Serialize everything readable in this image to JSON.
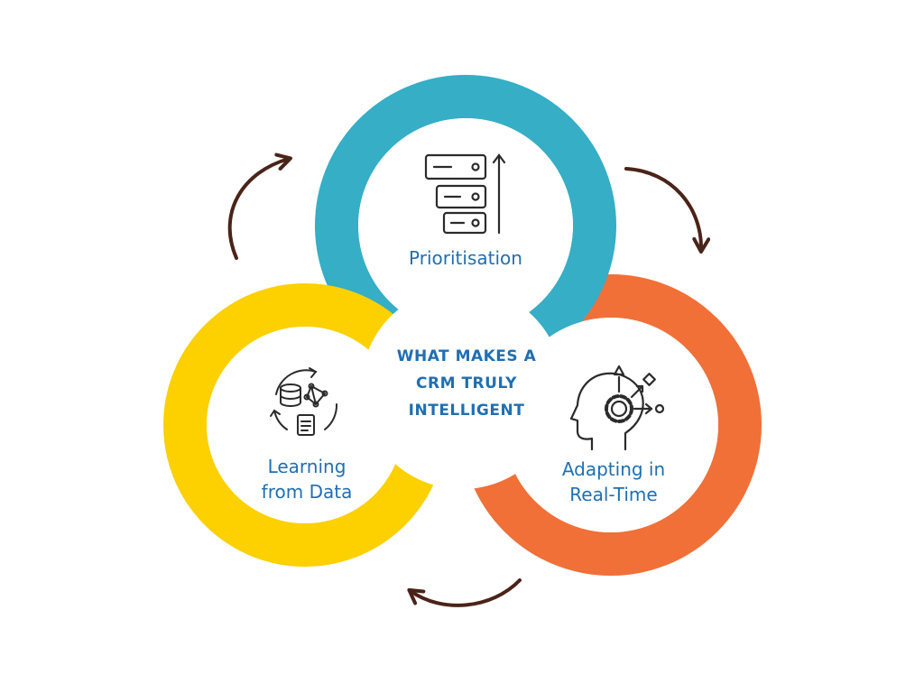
{
  "center": {
    "title": "WHAT MAKES A\nCRM TRULY\nINTELLIGENT"
  },
  "nodes": [
    {
      "label": "Prioritisation",
      "color": "#35aec6",
      "icon": "prioritisation-icon"
    },
    {
      "label": "Adapting in\nReal-Time",
      "color": "#f07038",
      "icon": "ai-head-gear-icon"
    },
    {
      "label": "Learning\nfrom Data",
      "color": "#fdd000",
      "icon": "data-learning-icon"
    }
  ],
  "colors": {
    "text": "#1f6fb2",
    "arrow": "#4a2418",
    "icon": "#2b2b2b"
  }
}
